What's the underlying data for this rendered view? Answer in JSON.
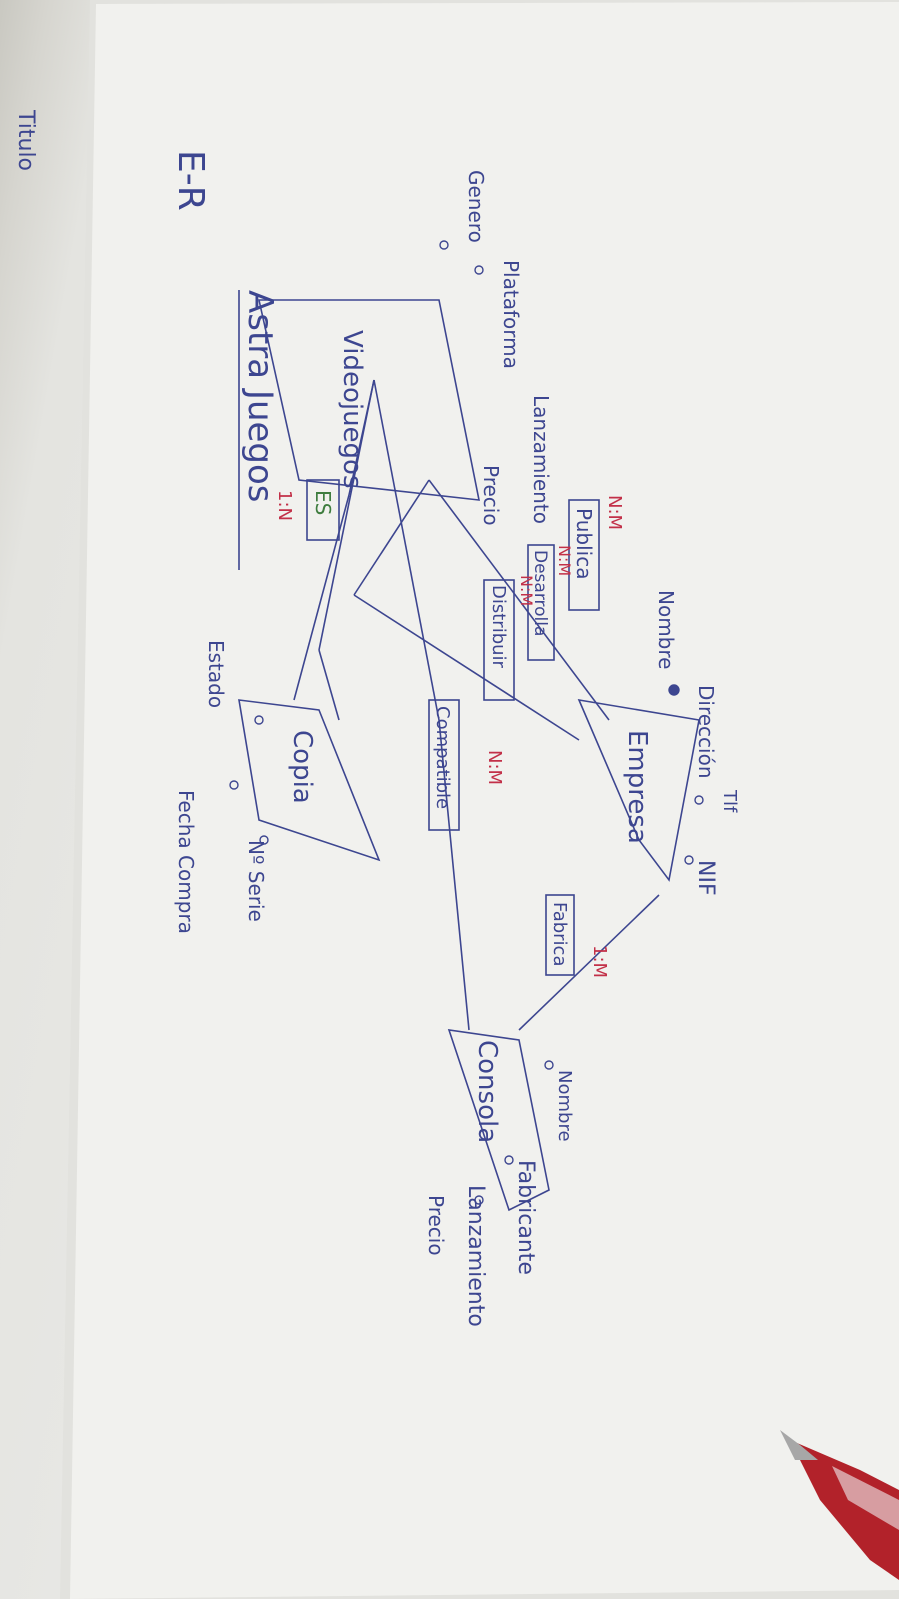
{
  "colors": {
    "ink_blue": "#3d4690",
    "ink_red": "#c23048",
    "ink_green": "#3f7d3f",
    "paper": "#f3f3f0",
    "desk": "#d8d8d2",
    "pen_red": "#b2222a"
  },
  "diagram": {
    "header": "E-R",
    "title": "Astra Juegos",
    "entities": {
      "videojuegos": "Videojuegos",
      "empresa": "Empresa",
      "copia": "Copia",
      "consola": "Consola"
    },
    "relationships": {
      "publica": "Publica",
      "desarrolla": "Desarrolla",
      "distribuir": "Distribuir",
      "es": "ES",
      "compatible": "Compatible",
      "fabrica": "Fabrica"
    },
    "cardinalities": {
      "publica": "N:M",
      "desarrolla": "N:M",
      "distribuir": "N:M",
      "es": "1:N",
      "compatible": "N:M",
      "fabrica": "1:M"
    },
    "attributes": {
      "videojuegos": [
        "Titulo",
        "Genero",
        "Plataforma",
        "Lanzamiento",
        "Precio"
      ],
      "empresa": [
        "Nombre",
        "Dirección",
        "Tlf",
        "NIF"
      ],
      "copia": [
        "Estado",
        "Fecha Compra",
        "Nº Serie"
      ],
      "consola": [
        "Nombre",
        "Fabricante",
        "Lanzamiento",
        "Precio"
      ]
    }
  }
}
